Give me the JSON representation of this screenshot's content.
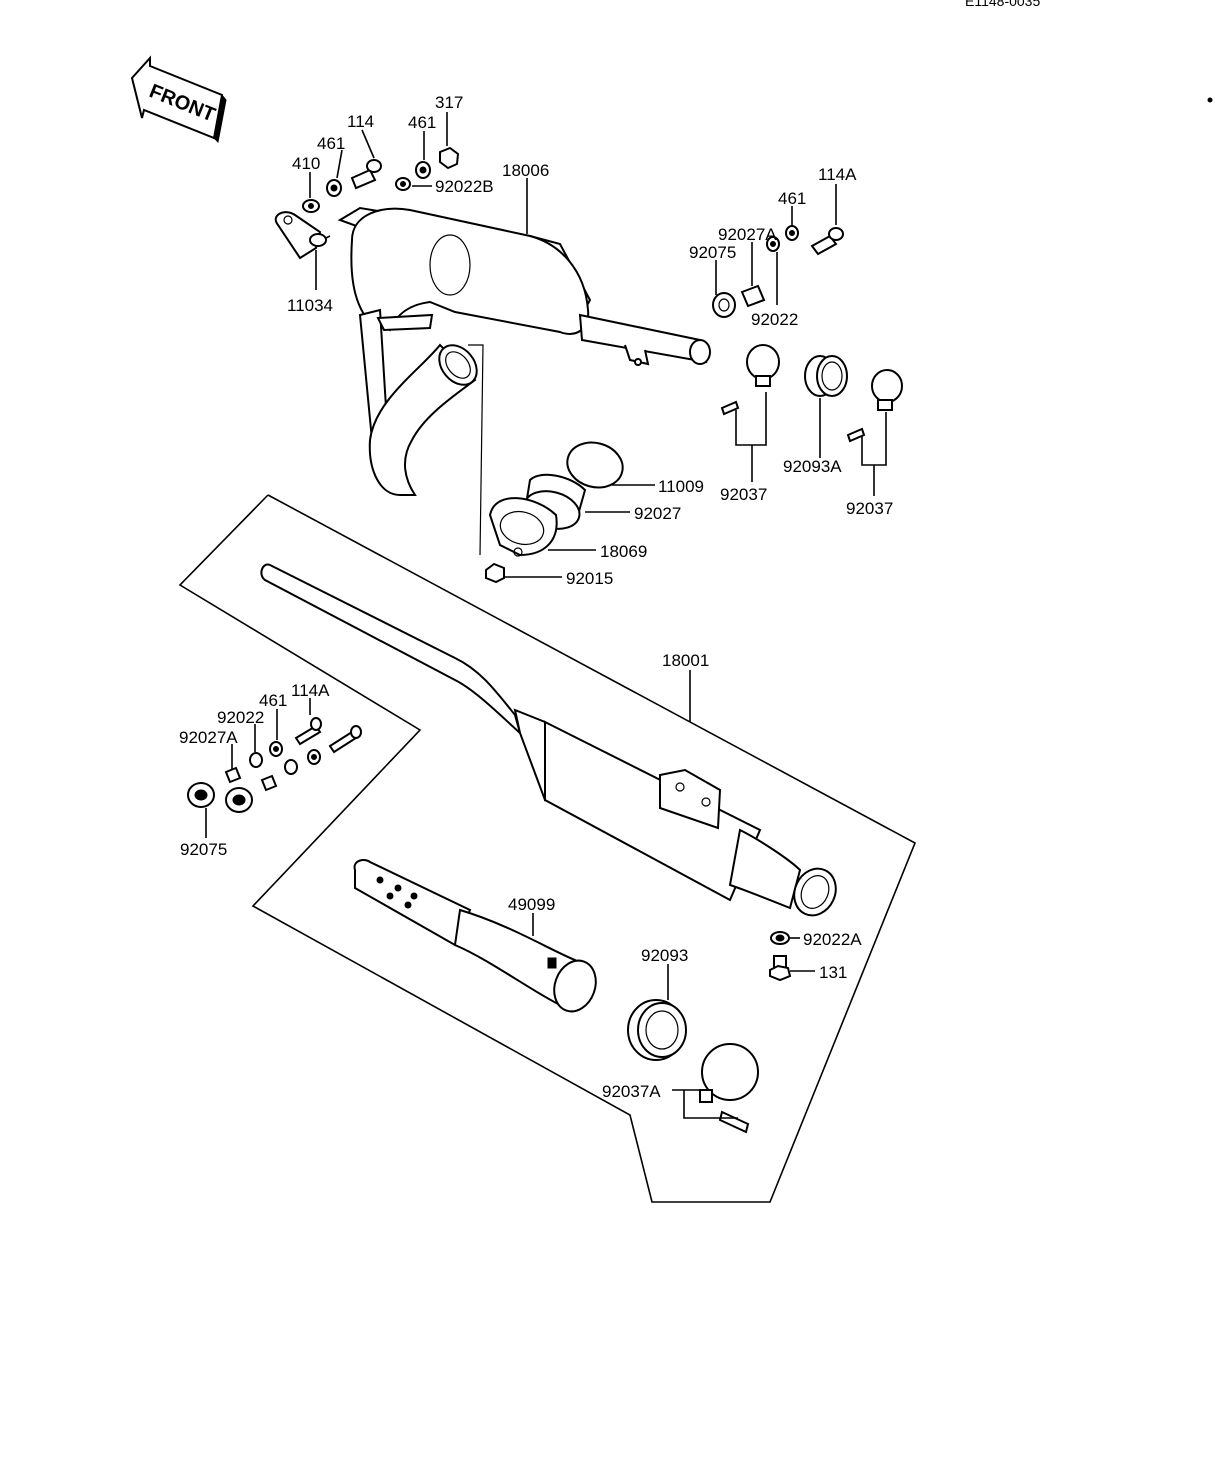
{
  "diagram": {
    "reference_code": "E1148-0035",
    "front_label": "FRONT",
    "labels": {
      "l317": "317",
      "l114_top": "114",
      "l461_top1": "461",
      "l461_top2": "461",
      "l410": "410",
      "l92022B": "92022B",
      "l18006": "18006",
      "l11034": "11034",
      "l114A_right": "114A",
      "l461_right": "461",
      "l92027A_right": "92027A",
      "l92075_right": "92075",
      "l92022_right": "92022",
      "l11009": "11009",
      "l92027": "92027",
      "l18069": "18069",
      "l92015": "92015",
      "l92037_a": "92037",
      "l92093A": "92093A",
      "l92037_b": "92037",
      "l18001": "18001",
      "l114A_left": "114A",
      "l461_left": "461",
      "l92022_left": "92022",
      "l92027A_left": "92027A",
      "l92075_left": "92075",
      "l49099": "49099",
      "l92093": "92093",
      "l92022A": "92022A",
      "l131": "131",
      "l92037A": "92037A"
    }
  }
}
